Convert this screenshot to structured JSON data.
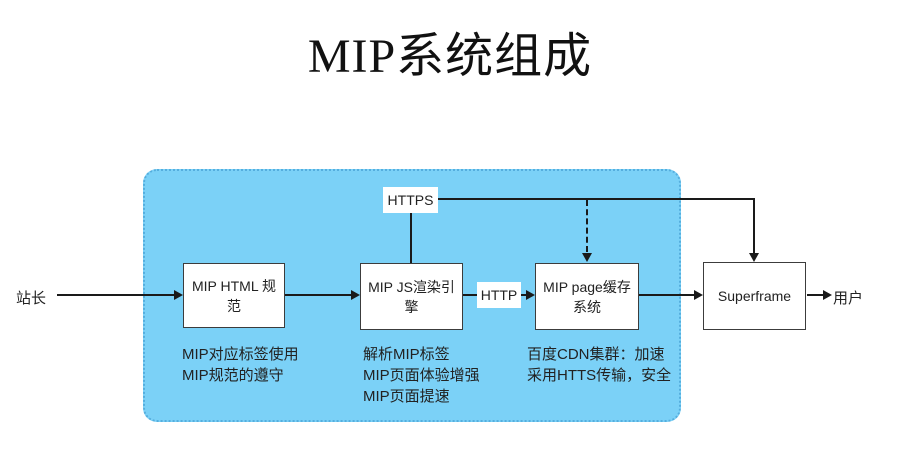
{
  "title": "MIP系统组成",
  "colors": {
    "container_fill": "#7bd1f7",
    "container_border": "#55aede",
    "box_fill": "#ffffff",
    "box_border": "#3c3c3c",
    "line": "#1a1a1a",
    "text": "#222222"
  },
  "nodes": {
    "webmaster": {
      "label": "站长"
    },
    "mip_html": {
      "lines": [
        "MIP HTML 规",
        "范"
      ]
    },
    "mip_js": {
      "lines": [
        "MIP JS渲染引",
        "擎"
      ]
    },
    "mip_cache": {
      "lines": [
        "MIP page缓存",
        "系统"
      ]
    },
    "superframe": {
      "label": "Superframe"
    },
    "user": {
      "label": "用户"
    },
    "https_label": {
      "label": "HTTPS"
    },
    "http_label": {
      "label": "HTTP"
    }
  },
  "annotations": {
    "mip_html_note": {
      "lines": [
        "MIP对应标签使用",
        "MIP规范的遵守"
      ]
    },
    "mip_js_note": {
      "lines": [
        "解析MIP标签",
        "MIP页面体验增强",
        "MIP页面提速"
      ]
    },
    "mip_cache_note": {
      "lines": [
        "百度CDN集群：加速",
        "采用HTTS传输，安全"
      ]
    }
  }
}
